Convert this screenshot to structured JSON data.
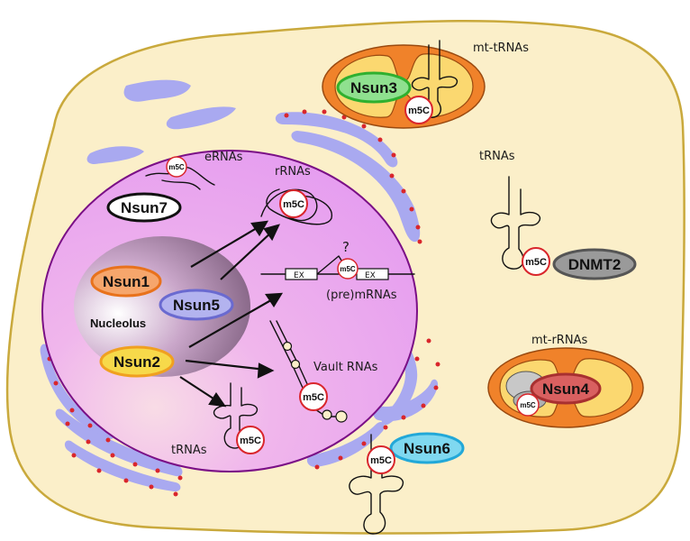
{
  "enzymes": {
    "nsun1": "Nsun1",
    "nsun2": "Nsun2",
    "nsun3": "Nsun3",
    "nsun4": "Nsun4",
    "nsun5": "Nsun5",
    "nsun6": "Nsun6",
    "nsun7": "Nsun7",
    "dnmt2": "DNMT2"
  },
  "rna_labels": {
    "mt_trnas": "mt-tRNAs",
    "mt_rrnas": "mt-rRNAs",
    "trnas_cyto": "tRNAs",
    "trnas_nuc": "tRNAs",
    "ernas": "eRNAs",
    "rrnas": "rRNAs",
    "pre_mrnas": "(pre)mRNAs",
    "vault_rnas": "Vault RNAs"
  },
  "compartments": {
    "nucleolus": "Nucleolus"
  },
  "modification": "m5C",
  "exon": "EX",
  "question_mark": "?",
  "colors": {
    "cytoplasm": "#fbefc9",
    "cell_border": "#c9a93c",
    "nucleus": "#e9a6f1",
    "nucleus_border": "#7a0f86",
    "er": "#a9a9f0",
    "ribosome": "#d9262c",
    "mito_outer": "#f0822a",
    "mito_inner": "#fbd870",
    "nsun1": "#f6a66c",
    "nsun2": "#f7d94a",
    "nsun3": "#8fe08f",
    "nsun4": "#d96060",
    "nsun5": "#b3b3ef",
    "nsun6": "#7fd8f0",
    "nsun7": "#ffffff",
    "dnmt2": "#9a9a9a",
    "m5c_ring": "#d9262c"
  }
}
